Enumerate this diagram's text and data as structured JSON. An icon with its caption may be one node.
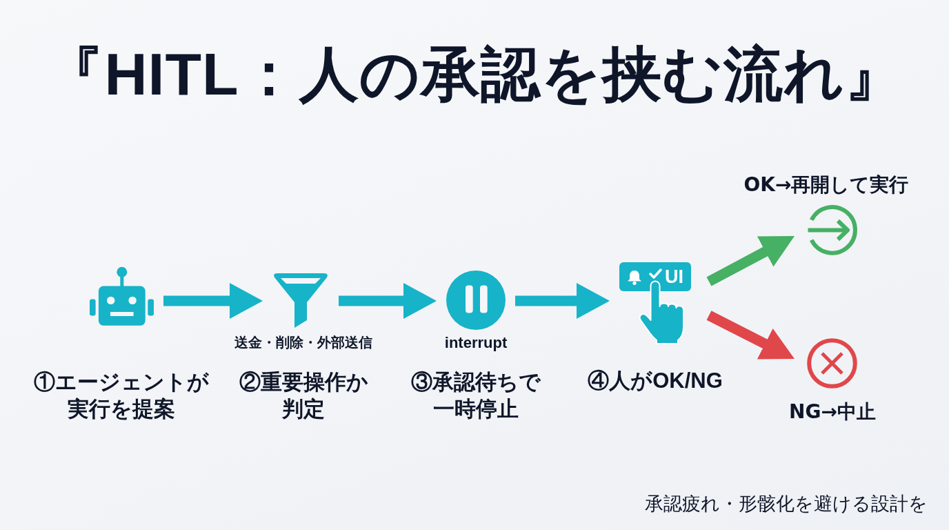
{
  "diagram": {
    "title": "『HITL：人の承認を挟む流れ』",
    "nodes": [
      {
        "text": [],
        "shape": "picture",
        "beside": [
          "①エージェントが実行を提案"
        ]
      },
      {
        "text": [],
        "shape": "picture",
        "beside": [
          "送金・削除・外部送信",
          "②重要操作か判定"
        ]
      },
      {
        "text": [],
        "shape": "picture",
        "beside": [
          "interrupt",
          "③承認待ちで一時停止"
        ]
      },
      {
        "text": [
          "UI"
        ],
        "beside": [
          "④人がOK/NG"
        ]
      },
      {
        "text": [],
        "shape": "picture",
        "beside": [
          "OK→再開して実行"
        ]
      },
      {
        "text": [],
        "shape": "picture",
        "beside": [
          "NG→中止"
        ]
      }
    ],
    "edges": [
      {
        "from": 0,
        "to": 1,
        "arrow": "to"
      },
      {
        "from": 1,
        "to": 2,
        "arrow": "to"
      },
      {
        "from": 2,
        "to": 3,
        "arrow": "to"
      },
      {
        "from": 3,
        "to": 4,
        "arrow": "to",
        "color": "#46b064"
      },
      {
        "from": 3,
        "to": 5,
        "arrow": "to",
        "color": "#e0474a"
      }
    ],
    "labels": [
      "承認疲れ・形骸化を避ける設計を"
    ]
  }
}
